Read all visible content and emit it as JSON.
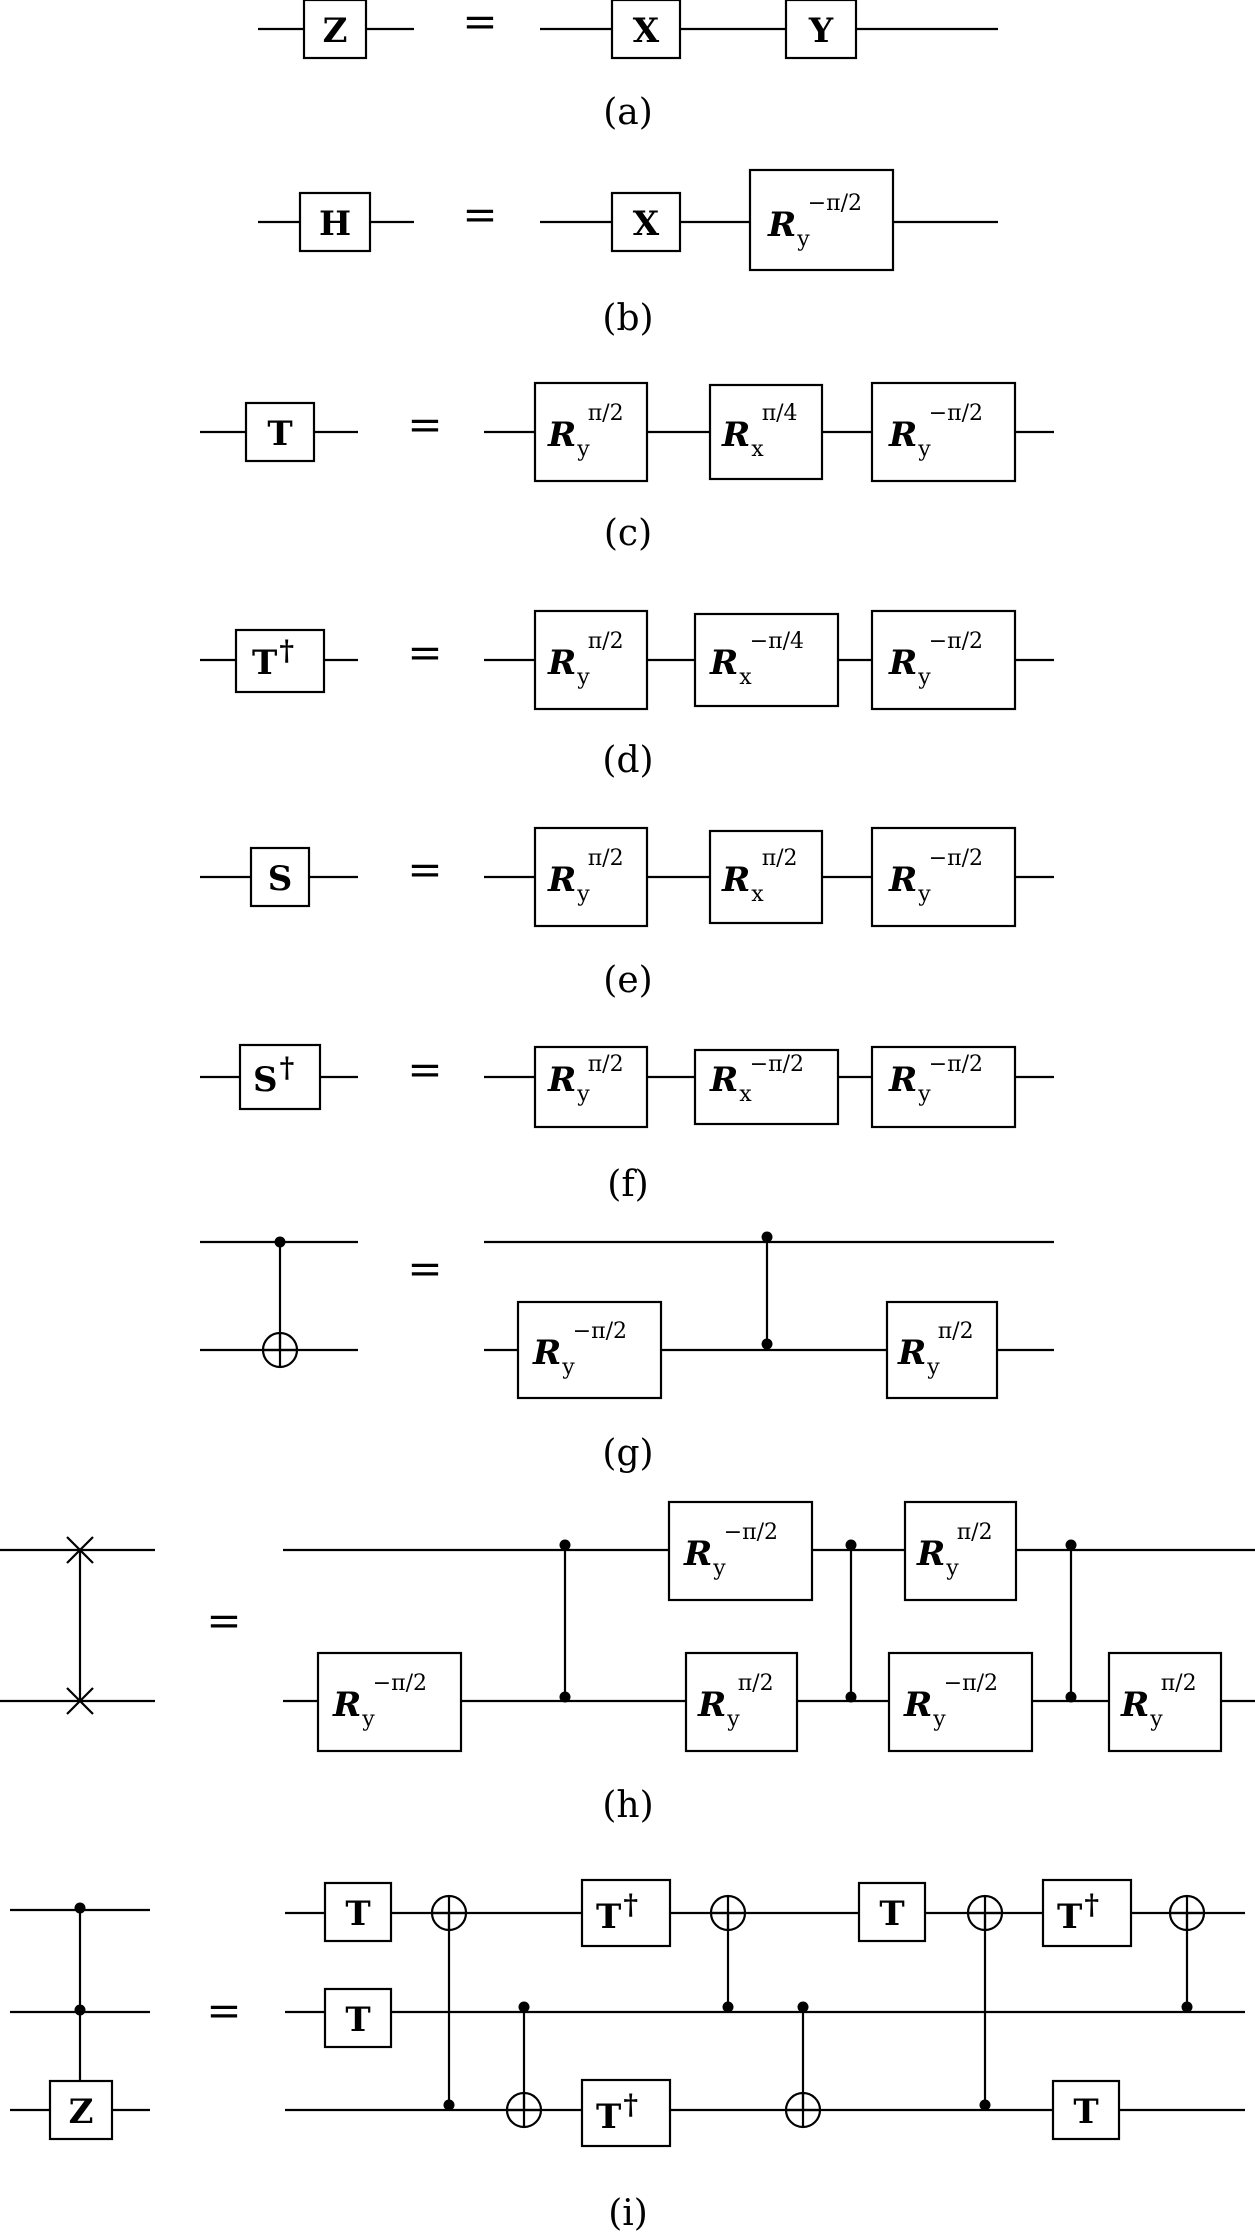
{
  "equals_sign": "=",
  "gates": {
    "Z": "Z",
    "X": "X",
    "Y": "Y",
    "H": "H",
    "T": "T",
    "S": "S",
    "dagger": "†",
    "R": "R",
    "sub_y": "y",
    "sub_x": "x",
    "sup_pos_pi2": "π/2",
    "sup_neg_pi2": "−π/2",
    "sup_pos_pi4": "π/4",
    "sup_neg_pi4": "−π/4"
  },
  "captions": {
    "a": "(a)",
    "b": "(b)",
    "c": "(c)",
    "d": "(d)",
    "e": "(e)",
    "f": "(f)",
    "g": "(g)",
    "h": "(h)",
    "i": "(i)"
  }
}
